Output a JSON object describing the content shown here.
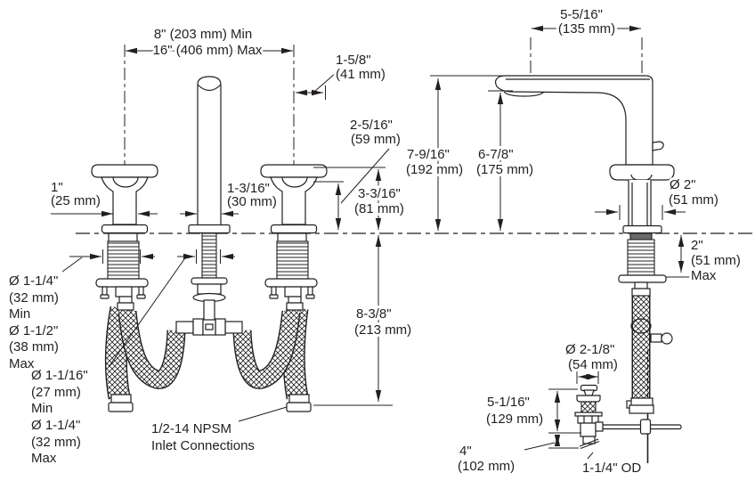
{
  "drawing_colors": {
    "line": "#231f20",
    "background": "#ffffff"
  },
  "front_view": {
    "spread": {
      "min": "8\" (203 mm) Min",
      "max": "16\" (406 mm) Max"
    },
    "handle_to_edge": {
      "in": "1-5/8\"",
      "mm": "(41 mm)"
    },
    "handle_base_height": {
      "in": "2-5/16\"",
      "mm": "(59 mm)"
    },
    "handle_height": {
      "in": "3-3/16\"",
      "mm": "(81 mm)"
    },
    "handle_stem_dia": {
      "in": "1\"",
      "mm": "(25 mm)"
    },
    "spout_shank_dia": {
      "in": "1-3/16\"",
      "mm": "(30 mm)"
    },
    "below_deck_depth": {
      "in": "8-3/8\"",
      "mm": "(213 mm)"
    },
    "handle_hole": {
      "l1": "Ø 1-1/4\"",
      "l2": "(32 mm)",
      "l3": "Min",
      "l4": "Ø 1-1/2\"",
      "l5": "(38 mm)",
      "l6": "Max"
    },
    "spout_hole": {
      "l1": "Ø 1-1/16\"",
      "l2": "(27 mm)",
      "l3": "Min",
      "l4": "Ø 1-1/4\"",
      "l5": "(32 mm)",
      "l6": "Max"
    },
    "inlet": {
      "l1": "1/2-14 NPSM",
      "l2": "Inlet Connections"
    }
  },
  "side_view": {
    "spout_reach": {
      "in": "5-5/16\"",
      "mm": "(135 mm)"
    },
    "spout_height": {
      "in": "7-9/16\"",
      "mm": "(192 mm)"
    },
    "outlet_height": {
      "in": "6-7/8\"",
      "mm": "(175 mm)"
    },
    "base_dia": {
      "in": "Ø 2\"",
      "mm": "(51 mm)"
    },
    "deck_thickness": {
      "in": "2\"",
      "mm": "(51 mm)",
      "suffix": "Max"
    },
    "drain_flange_dia": {
      "in": "Ø 2-1/8\"",
      "mm": "(54 mm)"
    },
    "drain_height": {
      "in": "5-1/16\"",
      "mm": "(129 mm)"
    },
    "tailpiece_length": {
      "in": "4\"",
      "mm": "(102 mm)"
    },
    "tailpiece_od": "1-1/4\" OD"
  }
}
